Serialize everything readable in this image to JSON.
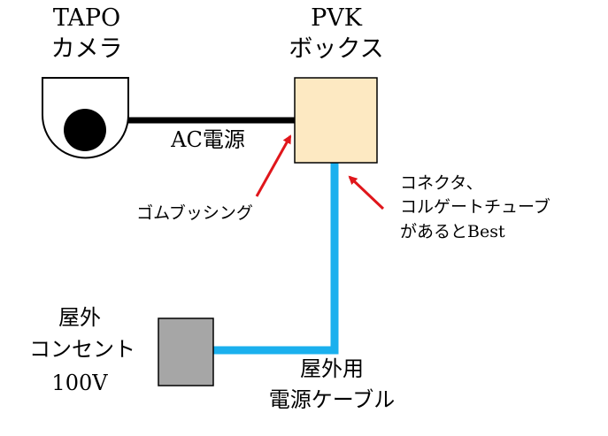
{
  "colors": {
    "power_cable": "#000000",
    "outdoor_cable": "#1ab0ee",
    "box_fill": "#fde9c2",
    "outlet_fill": "#a6a6a6",
    "arrow": "#e0161b"
  },
  "camera": {
    "line1": "TAPO",
    "line2": "カメラ"
  },
  "box": {
    "line1": "PVK",
    "line2": "ボックス"
  },
  "ac_power_label": "AC電源",
  "bushing_label": "ゴムブッシング",
  "connector_note": {
    "line1": "コネクタ、",
    "line2": "コルゲートチューブ",
    "line3": "があるとBest"
  },
  "outlet": {
    "line1": "屋外",
    "line2": "コンセント",
    "line3": "100V"
  },
  "outdoor_cable_label": {
    "line1": "屋外用",
    "line2": "電源ケーブル"
  }
}
